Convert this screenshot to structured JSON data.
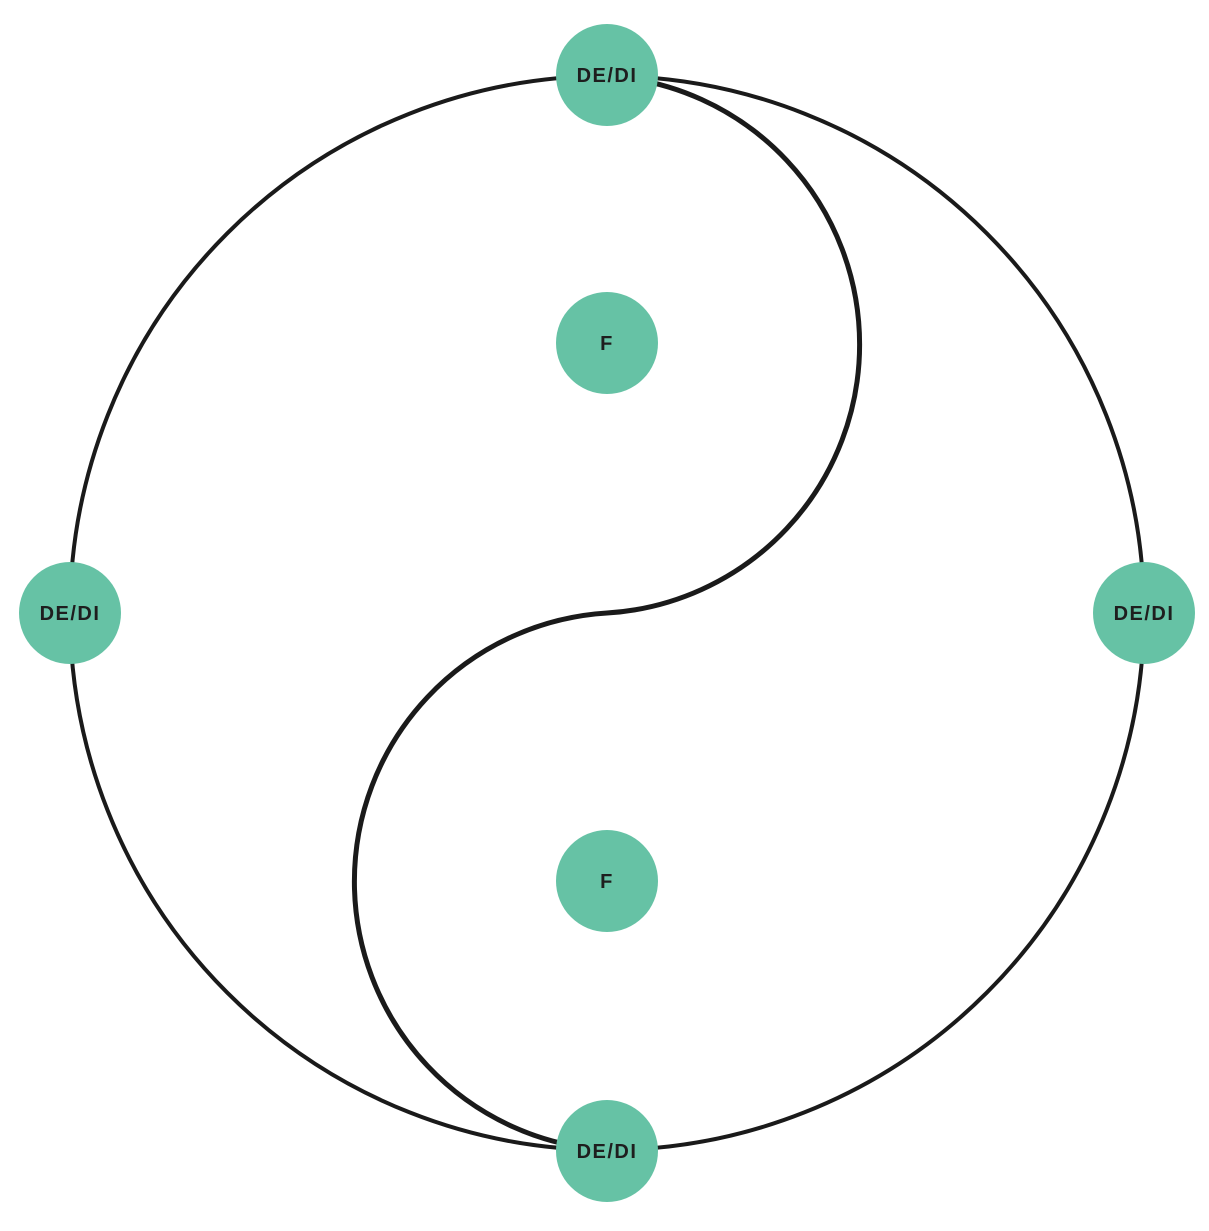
{
  "diagram": {
    "colors": {
      "node_fill": "#66c2a5",
      "stroke": "#1a1a1a",
      "label": "#1e1e1e",
      "background": "#ffffff"
    },
    "nodes": {
      "top": {
        "label": "DE/DI"
      },
      "left": {
        "label": "DE/DI"
      },
      "right": {
        "label": "DE/DI"
      },
      "bottom": {
        "label": "DE/DI"
      },
      "inner_top": {
        "label": "F"
      },
      "inner_bottom": {
        "label": "F"
      }
    }
  }
}
